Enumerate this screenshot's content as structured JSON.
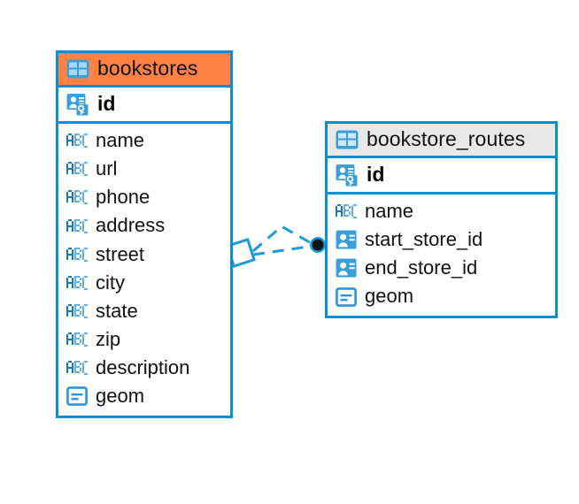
{
  "diagram": {
    "background_color": "#ffffff",
    "accent_border_color": "#0b8ed0",
    "header_highlight_color": "#ff8143",
    "header_default_color": "#e8e8e8",
    "relation": {
      "name": "bookstores-to-bookstore_routes",
      "line_style": "dashed",
      "line_color": "#1b9ad6",
      "source_endpoint": "diamond",
      "target_endpoint": "filled-circle"
    }
  },
  "tables": [
    {
      "id": "bookstores",
      "title": "bookstores",
      "header_style": "accent-orange",
      "table_icon": "table-icon",
      "primary_key": {
        "name": "id",
        "icon": "primary-key-icon"
      },
      "fields": [
        {
          "name": "name",
          "icon": "abc-text-icon"
        },
        {
          "name": "url",
          "icon": "abc-text-icon"
        },
        {
          "name": "phone",
          "icon": "abc-text-icon"
        },
        {
          "name": "address",
          "icon": "abc-text-icon"
        },
        {
          "name": "street",
          "icon": "abc-text-icon"
        },
        {
          "name": "city",
          "icon": "abc-text-icon"
        },
        {
          "name": "state",
          "icon": "abc-text-icon"
        },
        {
          "name": "zip",
          "icon": "abc-text-icon"
        },
        {
          "name": "description",
          "icon": "abc-text-icon"
        },
        {
          "name": "geom",
          "icon": "geometry-icon"
        }
      ]
    },
    {
      "id": "bookstore_routes",
      "title": "bookstore_routes",
      "header_style": "accent-grey",
      "table_icon": "table-icon",
      "primary_key": {
        "name": "id",
        "icon": "primary-key-icon"
      },
      "fields": [
        {
          "name": "name",
          "icon": "abc-text-icon"
        },
        {
          "name": "start_store_id",
          "icon": "foreign-key-icon"
        },
        {
          "name": "end_store_id",
          "icon": "foreign-key-icon"
        },
        {
          "name": "geom",
          "icon": "geometry-icon"
        }
      ]
    }
  ]
}
